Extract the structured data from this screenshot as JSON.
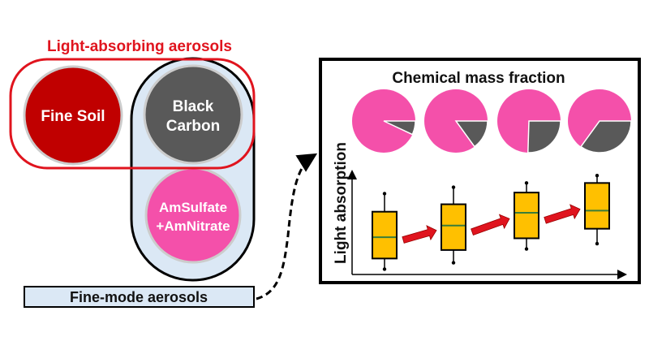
{
  "left": {
    "group_title": "Light-absorbing aerosols",
    "fine_soil": "Fine Soil",
    "black_carbon": [
      "Black",
      "Carbon"
    ],
    "amsulfate": [
      "AmSulfate",
      "+AmNitrate"
    ],
    "fine_mode_label": "Fine-mode aerosols"
  },
  "colors": {
    "red_outline": "#e0141e",
    "fine_soil": "#c00000",
    "black_carbon": "#595959",
    "amsulfate": "#f450aa",
    "fine_mode_fill": "#dbe8f5",
    "box_fill": "#ffc000",
    "median": "#3a7d3a",
    "arrow": "#e0141e"
  },
  "chart_data": {
    "title": "Chemical mass fraction",
    "ylabel": "Light absorption",
    "pies": [
      {
        "black_carbon_fraction": 0.07
      },
      {
        "black_carbon_fraction": 0.15
      },
      {
        "black_carbon_fraction": 0.255
      },
      {
        "black_carbon_fraction": 0.35
      }
    ],
    "type": "box",
    "ylim": [
      0,
      100
    ],
    "boxes": [
      {
        "min": 5,
        "q1": 15,
        "median": 35,
        "q3": 59,
        "max": 76
      },
      {
        "min": 11,
        "q1": 23,
        "median": 46,
        "q3": 66,
        "max": 82
      },
      {
        "min": 24,
        "q1": 34,
        "median": 58,
        "q3": 77,
        "max": 86
      },
      {
        "min": 29,
        "q1": 43,
        "median": 60,
        "q3": 86,
        "max": 93
      }
    ]
  }
}
